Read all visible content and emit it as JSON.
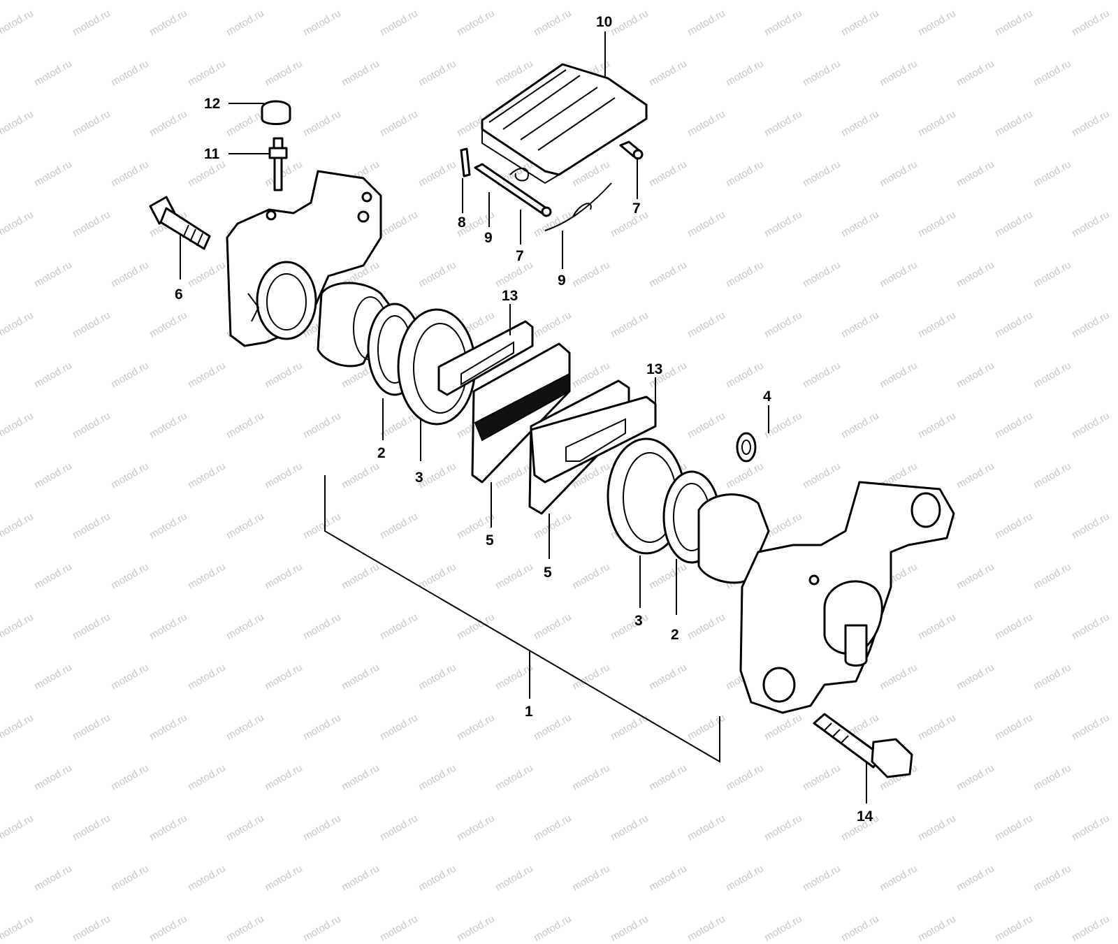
{
  "watermark": {
    "text": "motod.ru"
  },
  "labels": {
    "l1": "1",
    "l2a": "2",
    "l2b": "2",
    "l3a": "3",
    "l3b": "3",
    "l4": "4",
    "l5a": "5",
    "l5b": "5",
    "l6": "6",
    "l7a": "7",
    "l7b": "7",
    "l8": "8",
    "l9a": "9",
    "l9b": "9",
    "l10": "10",
    "l11": "11",
    "l12": "12",
    "l13a": "13",
    "l13b": "13",
    "l14": "14"
  }
}
